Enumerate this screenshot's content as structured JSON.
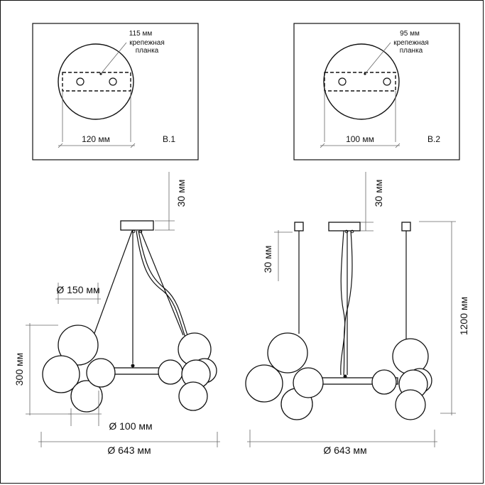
{
  "mount_plates": [
    {
      "plate_dim": "115 мм",
      "bracket_label_1": "крепежная",
      "bracket_label_2": "планка",
      "base_dim": "120 мм",
      "variant": "B.1"
    },
    {
      "plate_dim": "95 мм",
      "bracket_label_1": "крепежная",
      "bracket_label_2": "планка",
      "base_dim": "100 мм",
      "variant": "B.2"
    }
  ],
  "left_view": {
    "canopy_height": "30 мм",
    "shade_diameter": "Ø 150 мм",
    "body_height": "300 мм",
    "inner_diameter": "Ø 100 мм",
    "total_diameter": "Ø 643 мм"
  },
  "right_view": {
    "canopy_height": "30 мм",
    "cup_height": "30 мм",
    "total_height": "1200 мм",
    "total_diameter": "Ø 643 мм"
  }
}
